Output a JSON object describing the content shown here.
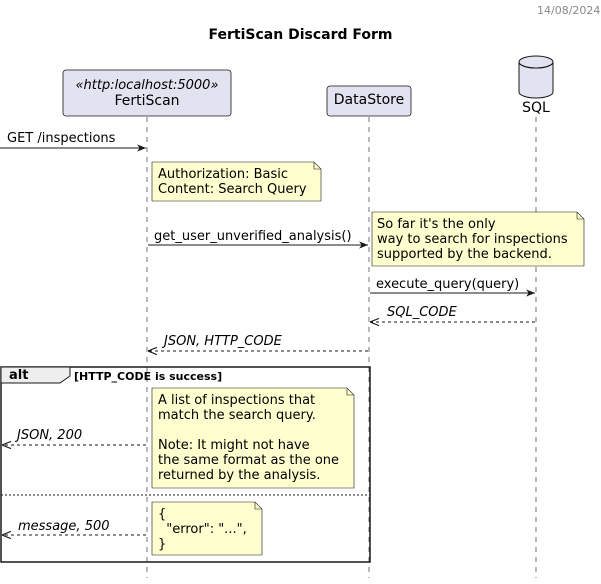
{
  "header": {
    "date": "14/08/2024",
    "title": "FertiScan Discard Form"
  },
  "participants": {
    "fertiscan": {
      "stereotype": "«http:localhost:5000»",
      "name": "FertiScan"
    },
    "datastore": {
      "name": "DataStore"
    },
    "sql": {
      "name": "SQL"
    }
  },
  "messages": {
    "get_inspections": "GET /inspections",
    "get_user_unverified": "get_user_unverified_analysis()",
    "execute_query": "execute_query(query)",
    "sql_code": "SQL_CODE",
    "json_http_code": "JSON, HTTP_CODE",
    "json_200": "JSON, 200",
    "message_500": "message, 500"
  },
  "notes": {
    "auth": [
      "Authorization: Basic",
      "Content: Search Query"
    ],
    "search": [
      "So far it's the only",
      "way to search for inspections",
      "supported by the backend."
    ],
    "list": [
      "A list of inspections that",
      "match the search query.",
      "",
      "Note: It might not have",
      "the same format as the one",
      "returned by the analysis."
    ],
    "error": [
      "{",
      "  \"error\": \"...\",",
      "}"
    ]
  },
  "alt": {
    "keyword": "alt",
    "condition": "[HTTP_CODE is success]"
  },
  "colors": {
    "participant_fill": "#e2e2f0",
    "participant_border": "#181818",
    "note_fill": "#fefece",
    "note_border": "#181818",
    "lifeline": "#181818",
    "alt_header_fill": "#eeeeee",
    "date_text": "#888888"
  }
}
